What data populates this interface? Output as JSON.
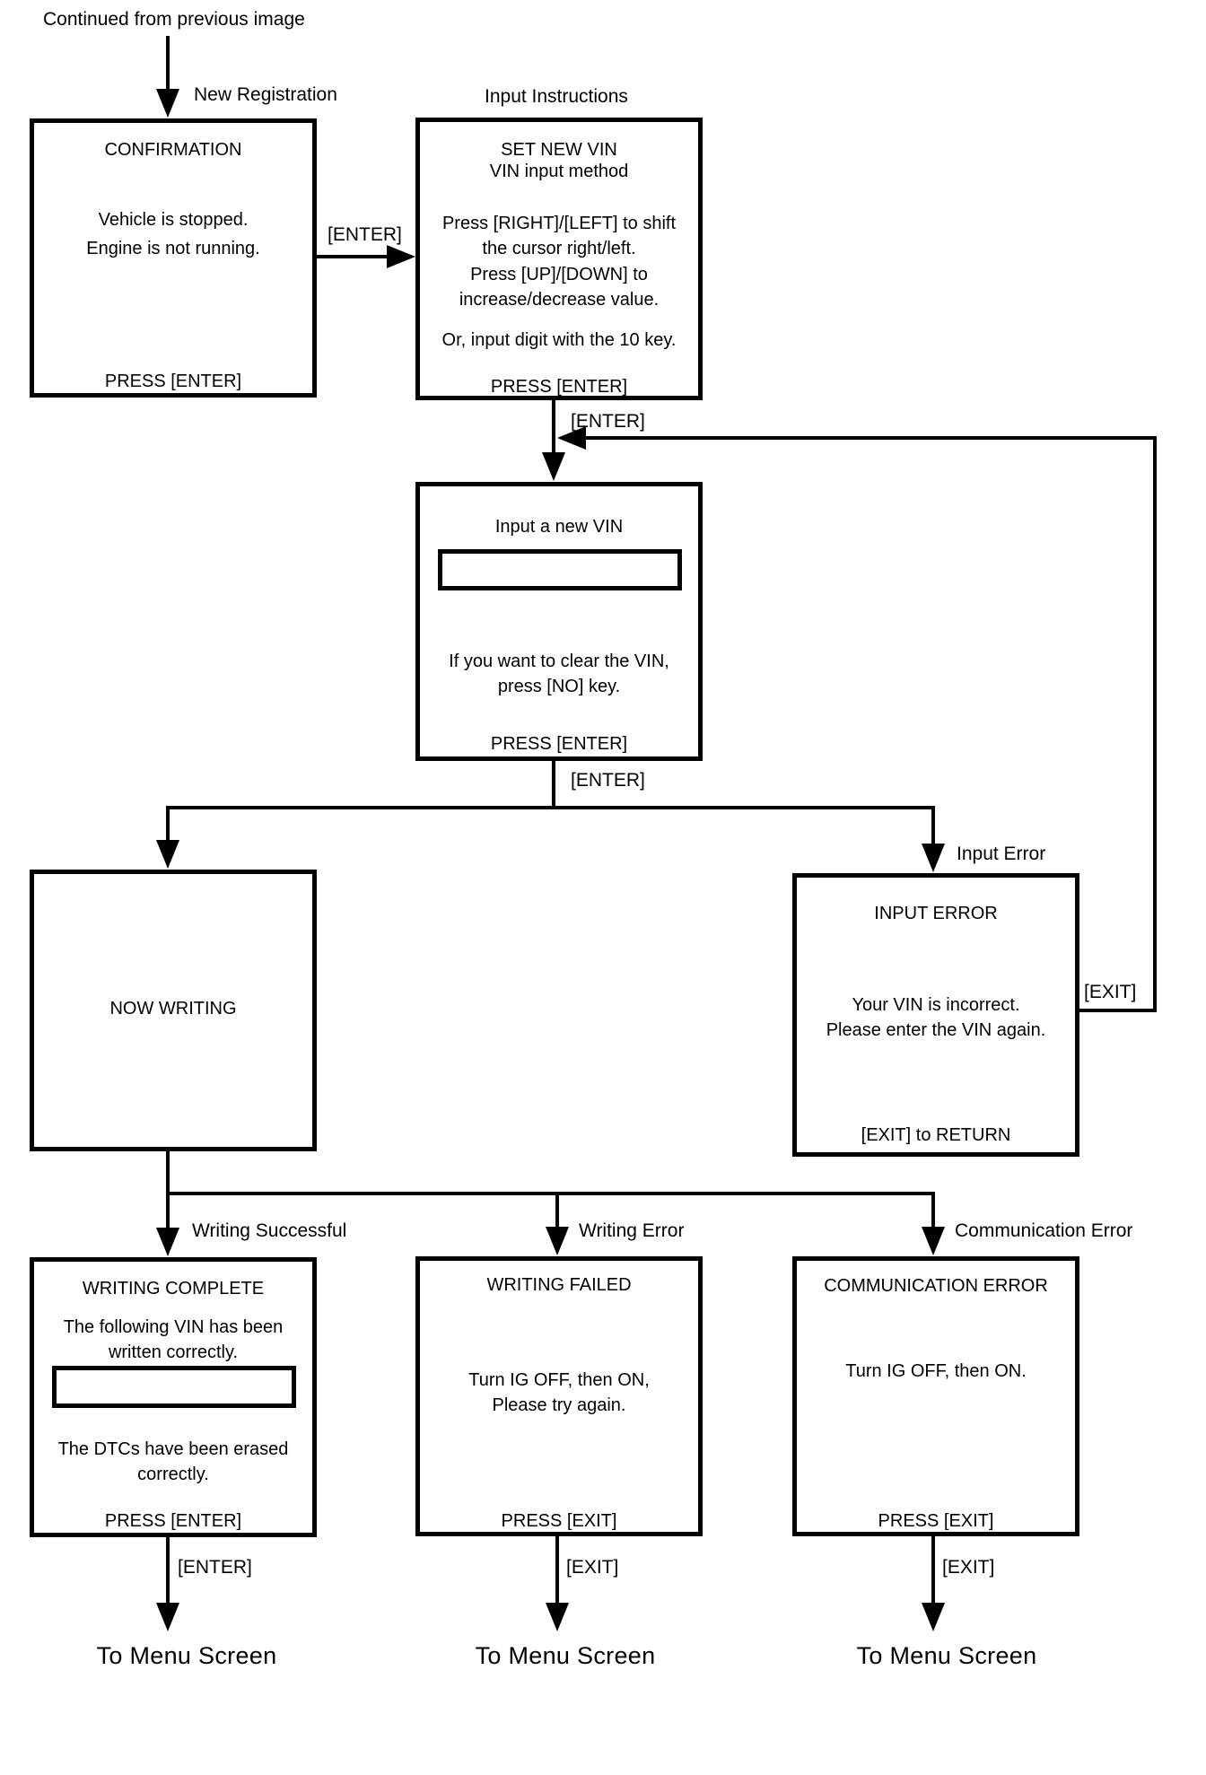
{
  "diagram": {
    "continued_from": "Continued from previous image",
    "labels": {
      "new_registration": "New Registration",
      "input_instructions": "Input Instructions",
      "input_error": "Input Error",
      "writing_successful": "Writing Successful",
      "writing_error": "Writing Error",
      "communication_error": "Communication Error",
      "enter_confirm": "[ENTER]",
      "enter_instructions": "[ENTER]",
      "enter_vin": "[ENTER]",
      "enter_complete": "[ENTER]",
      "exit_return_edge": "[EXIT]",
      "exit_failed": "[EXIT]",
      "exit_comm": "[EXIT]"
    },
    "boxes": {
      "confirmation": {
        "title": "CONFIRMATION",
        "lines": [
          "Vehicle is stopped.",
          "Engine is not running."
        ],
        "footer": "PRESS [ENTER]"
      },
      "set_new_vin": {
        "title": "SET NEW VIN",
        "subtitle": "VIN input method",
        "lines": [
          "Press [RIGHT]/[LEFT] to shift",
          "the cursor right/left.",
          "Press [UP]/[DOWN] to",
          "increase/decrease value.",
          "Or, input digit with the 10 key."
        ],
        "footer": "PRESS [ENTER]"
      },
      "input_new_vin": {
        "title": "Input a new VIN",
        "vin_field": "",
        "lines": [
          "If you want to clear the VIN,",
          "press [NO] key."
        ],
        "footer": "PRESS [ENTER]"
      },
      "now_writing": {
        "title": "NOW WRITING"
      },
      "input_error": {
        "title": "INPUT ERROR",
        "lines": [
          "Your VIN is incorrect.",
          "Please enter the VIN again."
        ],
        "footer": "[EXIT] to RETURN"
      },
      "writing_complete": {
        "title": "WRITING COMPLETE",
        "lines": [
          "The following VIN has been",
          "written correctly."
        ],
        "vin_field": "",
        "lines2": [
          "The DTCs have been erased",
          "correctly."
        ],
        "footer": "PRESS [ENTER]"
      },
      "writing_failed": {
        "title": "WRITING FAILED",
        "lines": [
          "Turn IG OFF, then ON,",
          "Please try again."
        ],
        "footer": "PRESS [EXIT]"
      },
      "communication_error": {
        "title": "COMMUNICATION ERROR",
        "lines": [
          "Turn IG OFF, then ON."
        ],
        "footer": "PRESS [EXIT]"
      }
    },
    "terminals": {
      "menu_left": "To Menu Screen",
      "menu_middle": "To Menu Screen",
      "menu_right": "To Menu Screen"
    },
    "colors": {
      "line": "#000000",
      "background": "#ffffff",
      "text": "#000000"
    }
  }
}
